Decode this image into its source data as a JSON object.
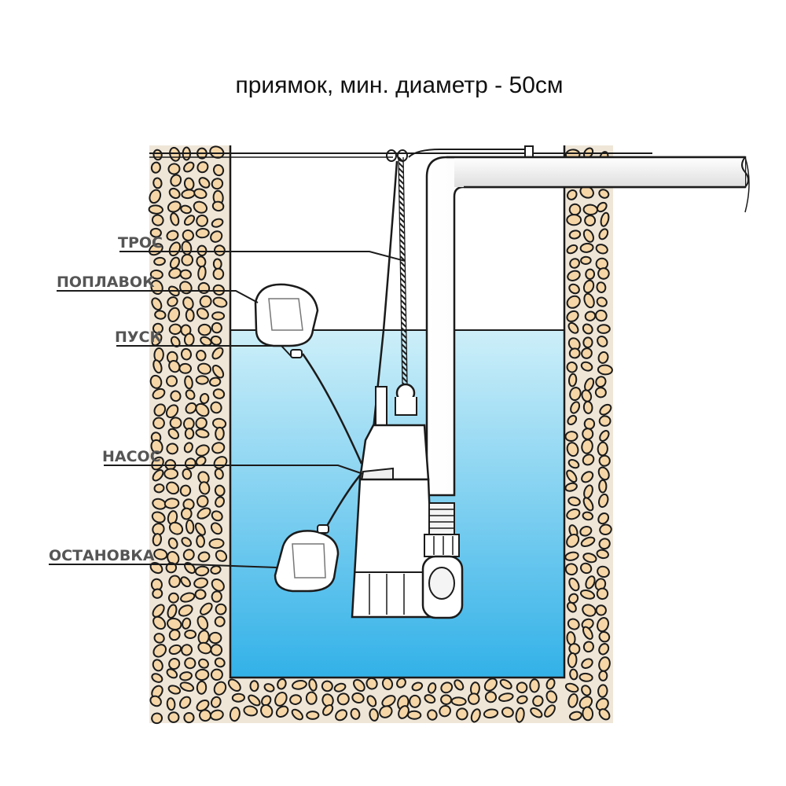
{
  "title": "приямок, мин. диаметр - 50см",
  "labels": {
    "tros": "ТРОС",
    "poplavok": "ПОПЛАВОК",
    "pusk": "ПУСК",
    "nasos": "НАСОС",
    "ostanovka": "ОСТАНОВКА"
  },
  "colors": {
    "water_top": "#cdeff9",
    "water_bottom": "#32b1e8",
    "gravel_fill": "#f6d6a6",
    "soil": "#efe6d8",
    "outline": "#1b1b1b",
    "pump_body": "#ffffff",
    "label_text": "#555555"
  }
}
